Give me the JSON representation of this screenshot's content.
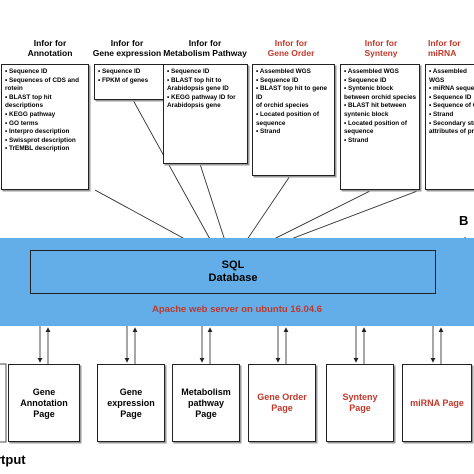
{
  "colors": {
    "band": "#63aee8",
    "accent_red": "#c0392b",
    "line": "#222222"
  },
  "info_headers": [
    {
      "text": "Infor for\nAnnotation",
      "highlight": false
    },
    {
      "text": "Infor for\nGene expression",
      "highlight": false
    },
    {
      "text": "Infor for\nMetabolism Pathway",
      "highlight": false
    },
    {
      "text": "Infor for\nGene Order",
      "highlight": true
    },
    {
      "text": "Infor for\nSynteny",
      "highlight": true
    },
    {
      "text": "Infor for\nmiRNA",
      "highlight": true
    }
  ],
  "info_boxes": [
    {
      "items": [
        "• Sequence ID",
        "• Sequences of CDS and\nrotein",
        "• BLAST top hit descriptions",
        "• KEGG pathway",
        "• GO terms",
        "• Interpro description",
        "• Swissprot description",
        "• TrEMBL description"
      ]
    },
    {
      "items": [
        "• Sequence ID",
        "• FPKM of genes"
      ]
    },
    {
      "items": [
        "• Sequence ID",
        "• BLAST top hit to\nArabidopsis gene ID",
        "• KEGG pathway ID for\nArabidopsis gene"
      ]
    },
    {
      "items": [
        "• Assembled WGS",
        "• Sequence ID",
        "• BLAST top hit to gene ID\nof orchid species",
        "• Located position of\nsequence",
        "• Strand"
      ]
    },
    {
      "items": [
        "• Assembled WGS",
        "• Sequence ID",
        "• Syntenic block\nbetween orchid species",
        "• BLAST hit between\nsyntenic block",
        "• Located position of\nsequence",
        "• Strand"
      ]
    },
    {
      "items": [
        "• Assembled WGS",
        "• miRNA sequen",
        "• Sequence ID",
        "• Sequence of C",
        "• Strand",
        "• Secondary str\nattributes of pre"
      ]
    }
  ],
  "right_partial_label": "B\nd",
  "database": {
    "title": "SQL\nDatabase"
  },
  "web_server": "Apache web server on ubuntu 16.04.6",
  "pages": [
    {
      "label": "Gene Annotation\nPage",
      "highlight": false
    },
    {
      "label": "Gene\nexpression\nPage",
      "highlight": false
    },
    {
      "label": "Metabolism\npathway\nPage",
      "highlight": false
    },
    {
      "label": "Gene Order\nPage",
      "highlight": true
    },
    {
      "label": "Synteny\nPage",
      "highlight": true
    },
    {
      "label": "miRNA Page",
      "highlight": true
    }
  ],
  "footer_partial_label": "rtput"
}
